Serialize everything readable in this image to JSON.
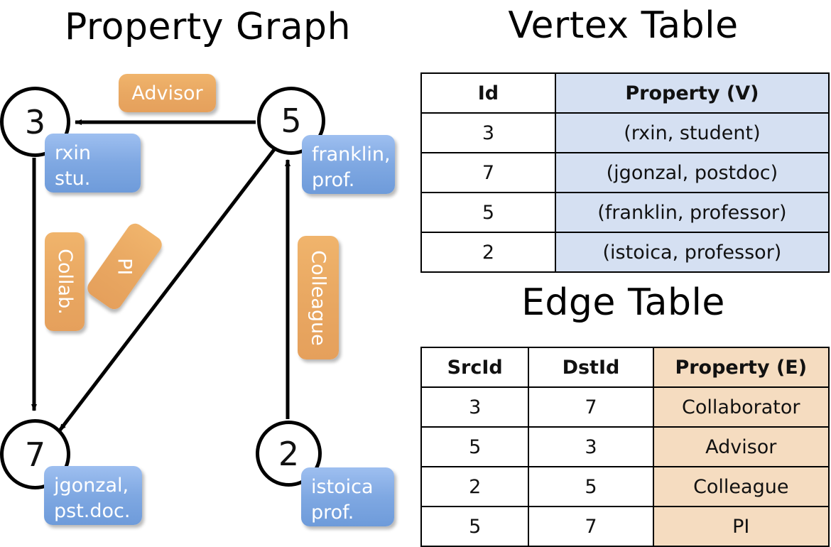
{
  "panels": {
    "graph_title": "Property Graph",
    "vertex_table_title": "Vertex Table",
    "edge_table_title": "Edge Table"
  },
  "graph": {
    "vertices": [
      {
        "id": "3",
        "property_line1": "rxin",
        "property_line2": "stu."
      },
      {
        "id": "5",
        "property_line1": "franklin,",
        "property_line2": "prof."
      },
      {
        "id": "7",
        "property_line1": "jgonzal,",
        "property_line2": "pst.doc."
      },
      {
        "id": "2",
        "property_line1": "istoica",
        "property_line2": "prof."
      }
    ],
    "edge_labels": [
      {
        "name": "advisor-label",
        "text": "Advisor"
      },
      {
        "name": "collab-label",
        "text": "Collab."
      },
      {
        "name": "pi-label",
        "text": "PI"
      },
      {
        "name": "colleague-label",
        "text": "Colleague"
      }
    ]
  },
  "vertex_table": {
    "columns": [
      "Id",
      "Property (V)"
    ],
    "rows": [
      {
        "id": "3",
        "property": "(rxin, student)"
      },
      {
        "id": "7",
        "property": "(jgonzal, postdoc)"
      },
      {
        "id": "5",
        "property": "(franklin, professor)"
      },
      {
        "id": "2",
        "property": "(istoica, professor)"
      }
    ]
  },
  "edge_table": {
    "columns": [
      "SrcId",
      "DstId",
      "Property (E)"
    ],
    "rows": [
      {
        "src": "3",
        "dst": "7",
        "property": "Collaborator"
      },
      {
        "src": "5",
        "dst": "3",
        "property": "Advisor"
      },
      {
        "src": "2",
        "dst": "5",
        "property": "Colleague"
      },
      {
        "src": "5",
        "dst": "7",
        "property": "PI"
      }
    ]
  },
  "colors": {
    "vertex_property_fill": "#7fa8e2",
    "edge_label_fill": "#e9a862",
    "vertex_table_property_fill": "#d5e0f2",
    "edge_table_property_fill": "#f5dcc0",
    "stroke": "#000000",
    "background": "#ffffff"
  }
}
